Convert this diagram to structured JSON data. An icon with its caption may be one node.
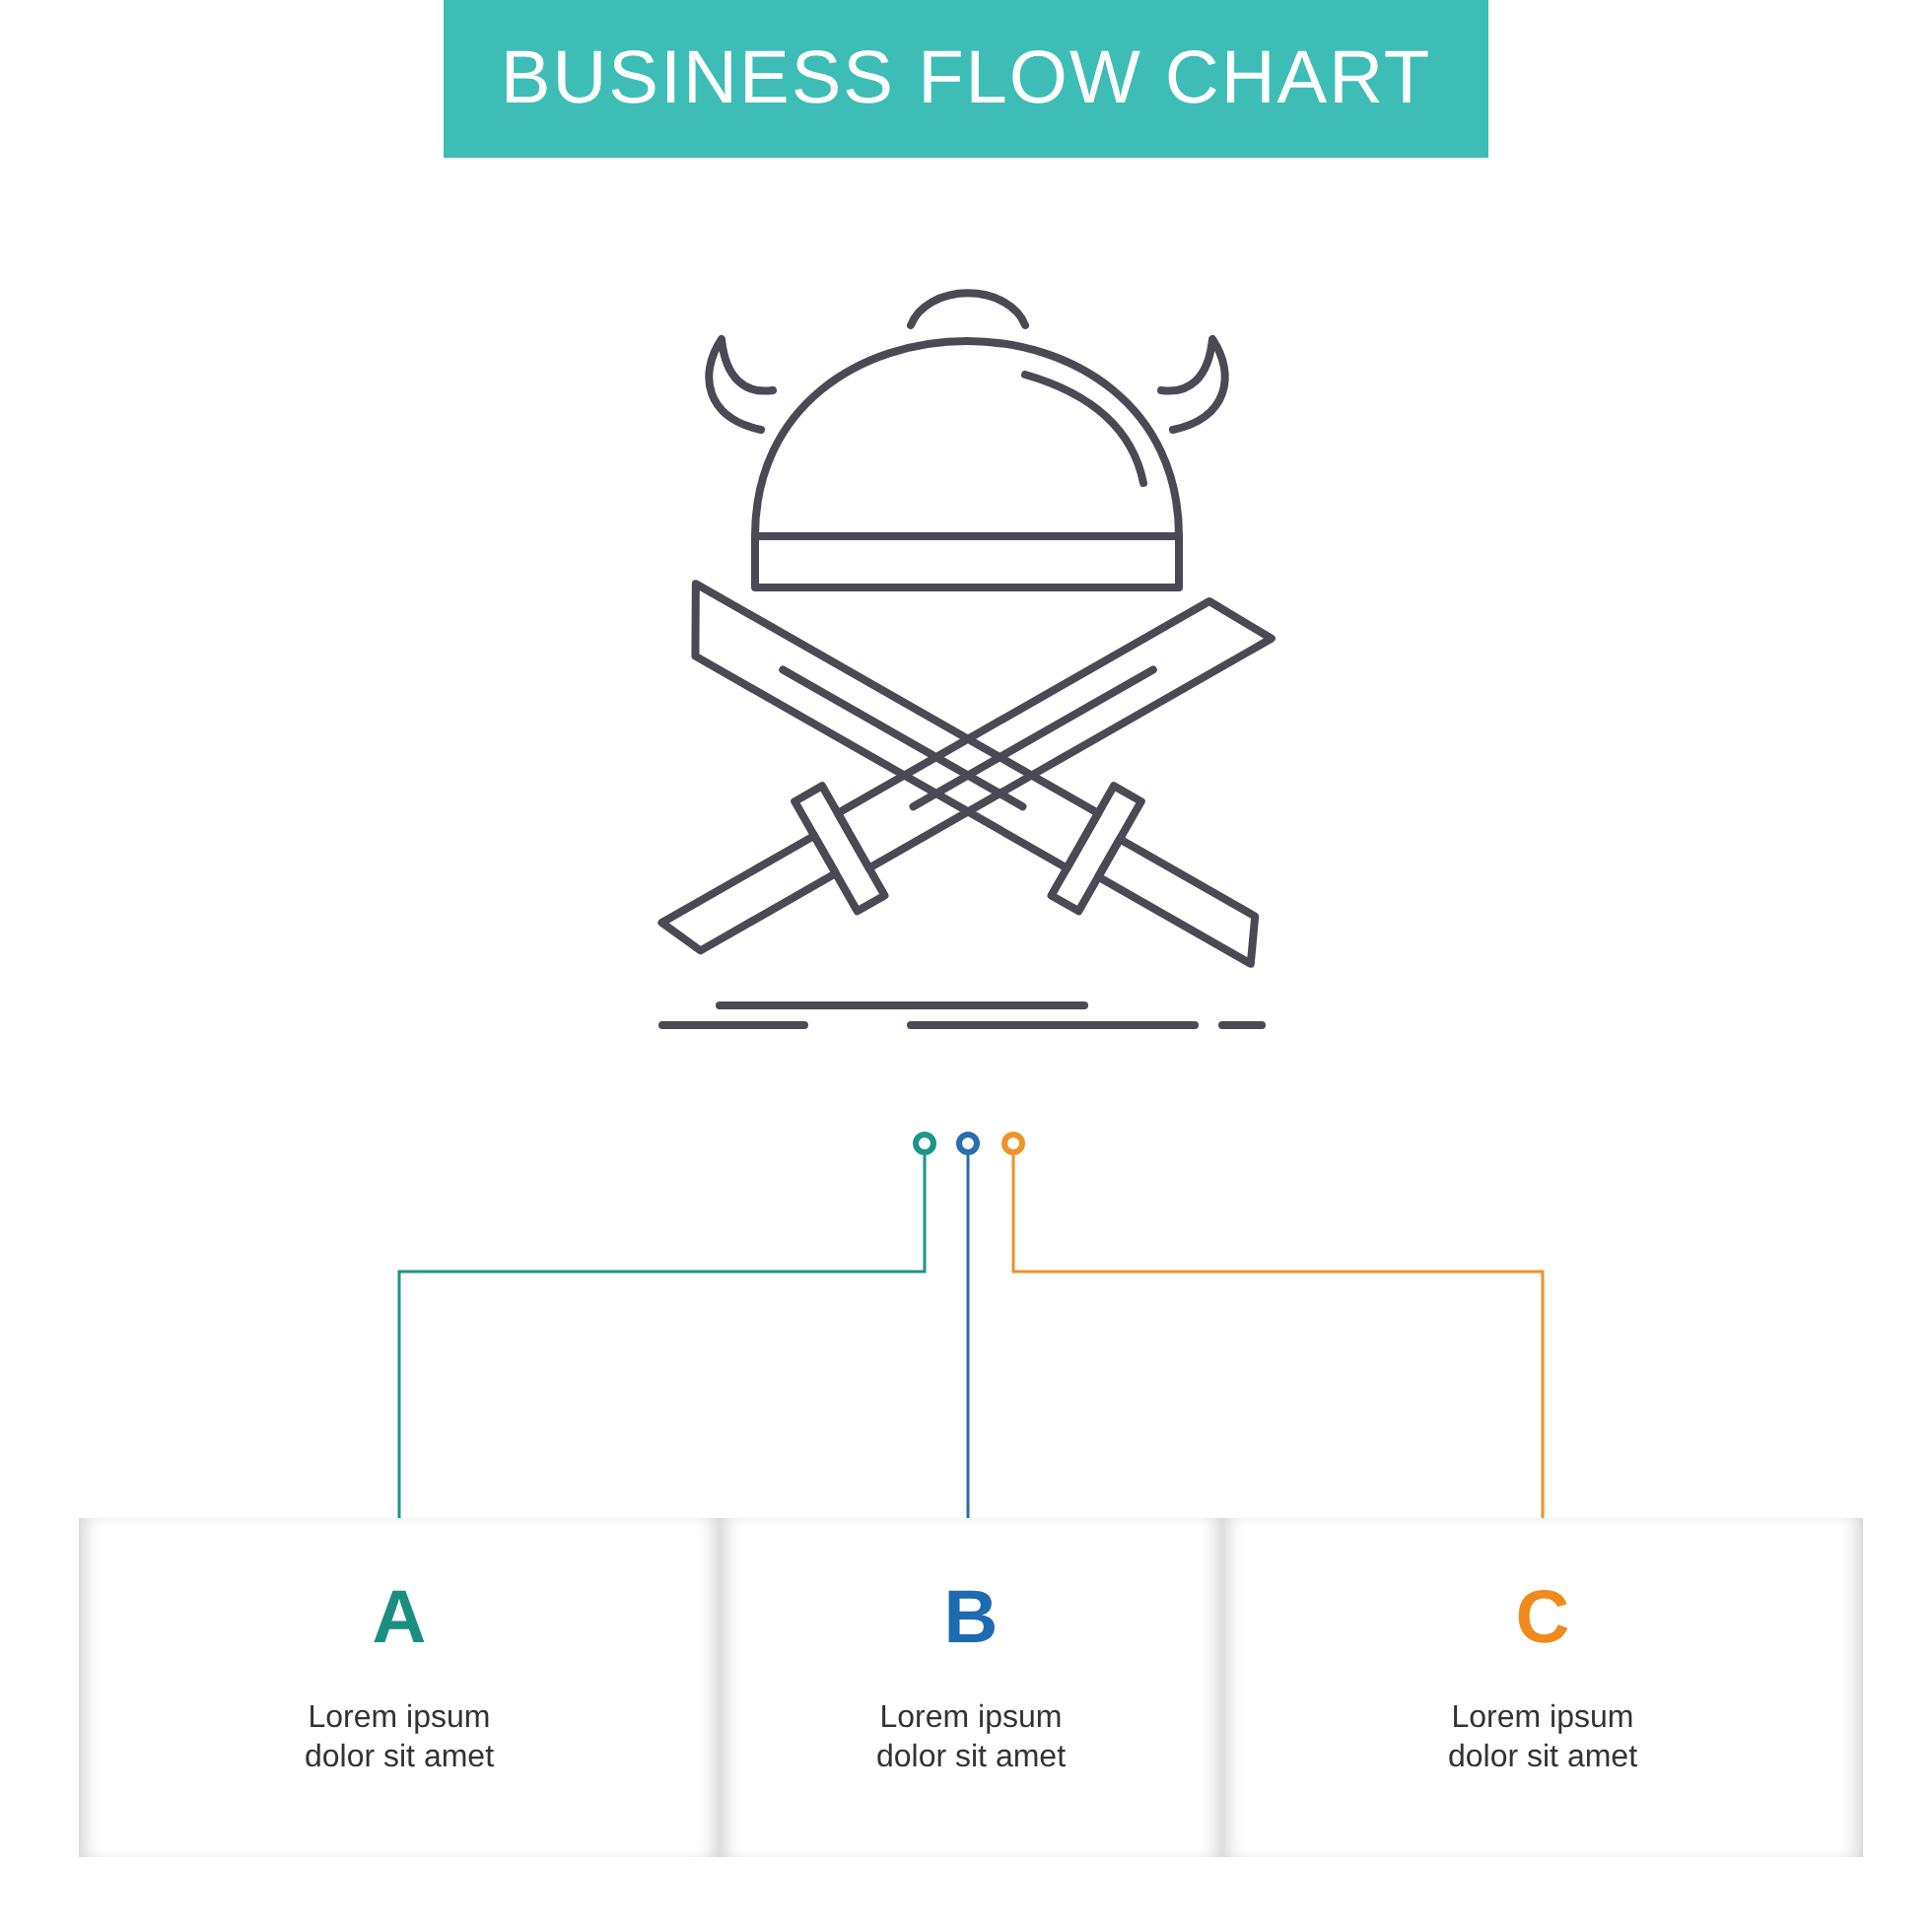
{
  "diagram": {
    "title": "BUSINESS FLOW CHART",
    "nodes": [
      {
        "text": [],
        "shape": "circle"
      },
      {
        "text": [],
        "shape": "circle"
      },
      {
        "text": [],
        "shape": "circle"
      },
      {
        "text": [
          "A",
          "Lorem ipsum dolor sit amet"
        ]
      },
      {
        "text": [
          "B",
          "Lorem ipsum dolor sit amet"
        ]
      },
      {
        "text": [
          "C",
          "Lorem ipsum dolor sit amet"
        ]
      }
    ],
    "edges": [
      {
        "from": 0,
        "to": 3,
        "arrow": "none",
        "color": "#1f9488"
      },
      {
        "from": 1,
        "to": 4,
        "arrow": "none",
        "color": "#2a6db0"
      },
      {
        "from": 2,
        "to": 5,
        "arrow": "none",
        "color": "#f0912a"
      }
    ]
  }
}
